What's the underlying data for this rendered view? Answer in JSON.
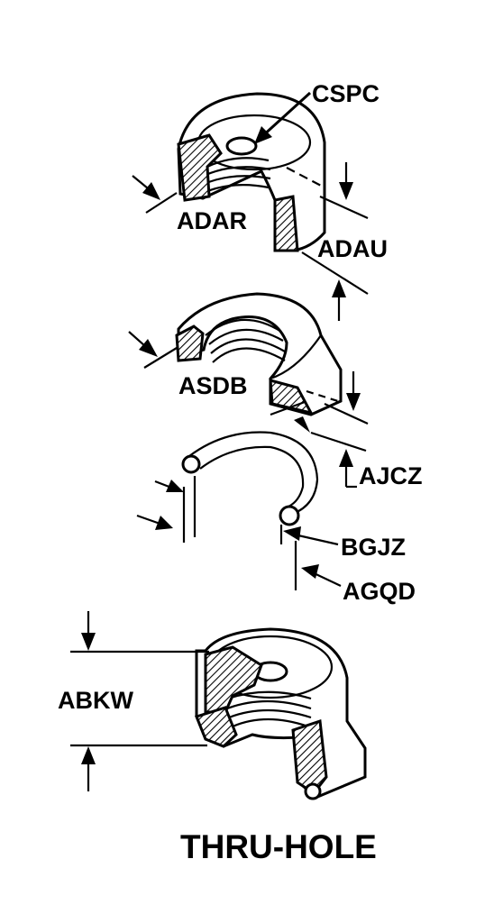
{
  "labels": {
    "cspc": "CSPC",
    "adar": "ADAR",
    "adau": "ADAU",
    "asdb": "ASDB",
    "ajcz": "AJCZ",
    "bgjz": "BGJZ",
    "agqd": "AGQD",
    "abkw": "ABKW"
  },
  "caption": "THRU-HOLE",
  "colors": {
    "ink": "#000000",
    "background": "#ffffff",
    "section_fill": "#bfbfbf"
  }
}
